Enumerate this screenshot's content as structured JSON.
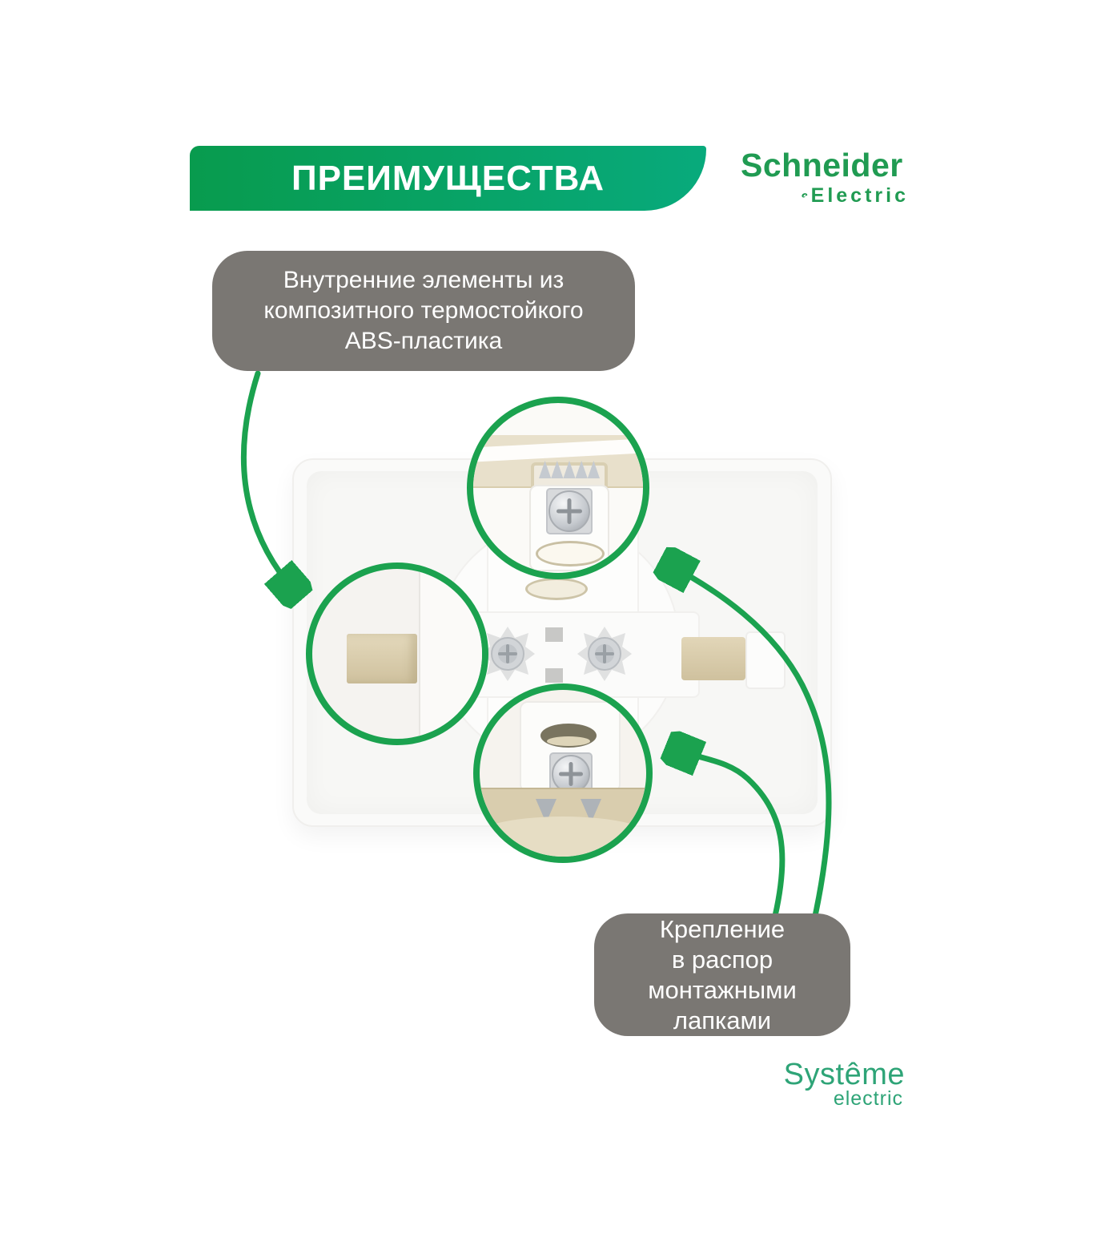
{
  "banner": {
    "title": "ПРЕИМУЩЕСТВА"
  },
  "logos": {
    "schneider": {
      "name": "Schneider",
      "sub": "Electric"
    },
    "systeme": {
      "name": "Systême",
      "sub": "electric"
    }
  },
  "callouts": {
    "abs": {
      "lines": [
        "Внутренние элементы из",
        "композитного термостойкого",
        "ABS-пластика"
      ]
    },
    "mount": {
      "lines": [
        "Крепление",
        "в распор",
        "монтажными",
        "лапками"
      ]
    }
  },
  "icons": {
    "arrows": [
      "curved-arrow-to-left-detail",
      "curved-arrow-to-top-detail",
      "curved-arrow-to-bottom-detail"
    ],
    "magnifiers": [
      "zoom-circle-top-claw",
      "zoom-circle-left-tab",
      "zoom-circle-bottom-claw"
    ],
    "logo_marks": [
      "schneider-s-mark"
    ]
  },
  "colors": {
    "accent_green": "#1ba24f",
    "banner_green_left": "#089b4e",
    "banner_teal_right": "#08aa7c",
    "callout_gray": "#7a7773",
    "schneider_green": "#209b52",
    "systeme_green": "#2ea477",
    "plastic_beige": "#d9cdae"
  }
}
